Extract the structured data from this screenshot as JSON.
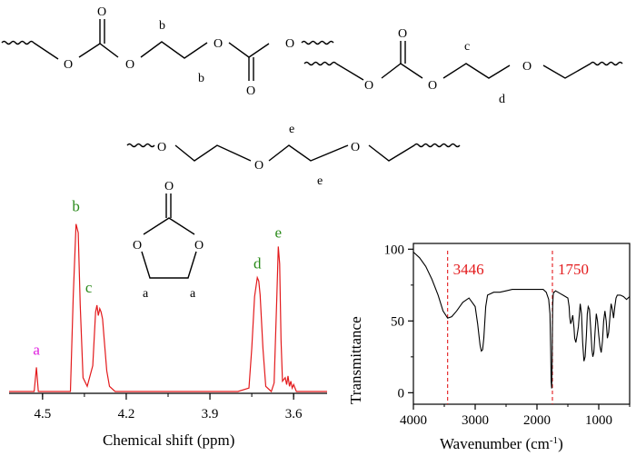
{
  "structures": {
    "o": "O",
    "label_a": "a",
    "label_b": "b",
    "label_c": "c",
    "label_d": "d",
    "label_e": "e"
  },
  "chart_data": [
    {
      "type": "line",
      "title": "",
      "xlabel": "Chemical shift (ppm)",
      "ylabel": "",
      "xlim": [
        4.62,
        3.48
      ],
      "x_reversed": true,
      "xticks": [
        "4.5",
        "4.2",
        "3.9",
        "3.6"
      ],
      "xtick_values": [
        4.5,
        4.2,
        3.9,
        3.6
      ],
      "series": [
        {
          "color": "#e31a1c",
          "x": [
            4.62,
            4.53,
            4.522,
            4.515,
            4.5,
            4.4,
            4.39,
            4.38,
            4.372,
            4.365,
            4.355,
            4.34,
            4.32,
            4.31,
            4.305,
            4.3,
            4.295,
            4.29,
            4.285,
            4.28,
            4.27,
            4.26,
            4.24,
            4.1,
            3.8,
            3.76,
            3.75,
            3.74,
            3.73,
            3.725,
            3.72,
            3.71,
            3.7,
            3.68,
            3.67,
            3.66,
            3.655,
            3.65,
            3.645,
            3.64,
            3.63,
            3.625,
            3.62,
            3.615,
            3.61,
            3.605,
            3.6,
            3.59,
            3.48
          ],
          "y": [
            0.0,
            0.0,
            0.14,
            0.0,
            0.0,
            0.0,
            0.55,
            0.97,
            0.92,
            0.5,
            0.08,
            0.03,
            0.15,
            0.46,
            0.5,
            0.44,
            0.48,
            0.46,
            0.42,
            0.32,
            0.12,
            0.03,
            0.0,
            0.0,
            0.0,
            0.02,
            0.25,
            0.55,
            0.66,
            0.64,
            0.56,
            0.25,
            0.03,
            0.0,
            0.05,
            0.55,
            0.84,
            0.74,
            0.3,
            0.06,
            0.08,
            0.04,
            0.09,
            0.03,
            0.06,
            0.02,
            0.04,
            0.0,
            0.0
          ]
        }
      ],
      "peak_labels": [
        {
          "text": "a",
          "x": 4.522,
          "color": "#e020e0"
        },
        {
          "text": "b",
          "x": 4.38,
          "color": "#2a8a1a"
        },
        {
          "text": "c",
          "x": 4.305,
          "color": "#2a8a1a"
        },
        {
          "text": "d",
          "x": 3.73,
          "color": "#2a8a1a"
        },
        {
          "text": "e",
          "x": 3.655,
          "color": "#2a8a1a"
        }
      ]
    },
    {
      "type": "line",
      "title": "",
      "xlabel": "Wavenumber (cm",
      "xlabel_sup": "-1",
      "xlabel_close": ")",
      "ylabel": "Transmittance",
      "xlim": [
        4000,
        500
      ],
      "x_reversed": true,
      "ylim": [
        -8,
        104
      ],
      "xticks": [
        "4000",
        "3000",
        "2000",
        "1000"
      ],
      "xtick_values": [
        4000,
        3000,
        2000,
        1000
      ],
      "yticks": [
        "0",
        "50",
        "100"
      ],
      "ytick_values": [
        0,
        50,
        100
      ],
      "series": [
        {
          "color": "#000000",
          "x": [
            4000,
            3900,
            3800,
            3700,
            3600,
            3520,
            3446,
            3380,
            3300,
            3200,
            3100,
            3000,
            2960,
            2920,
            2900,
            2880,
            2860,
            2830,
            2800,
            2700,
            2600,
            2500,
            2400,
            2300,
            2200,
            2100,
            2000,
            1900,
            1850,
            1810,
            1790,
            1778,
            1770,
            1762,
            1755,
            1750,
            1745,
            1738,
            1730,
            1720,
            1700,
            1660,
            1620,
            1580,
            1540,
            1500,
            1480,
            1470,
            1455,
            1440,
            1420,
            1400,
            1390,
            1370,
            1350,
            1330,
            1300,
            1280,
            1260,
            1240,
            1220,
            1200,
            1185,
            1170,
            1150,
            1130,
            1110,
            1095,
            1080,
            1060,
            1040,
            1020,
            1000,
            980,
            960,
            940,
            920,
            900,
            880,
            860,
            840,
            820,
            800,
            780,
            760,
            740,
            720,
            700,
            650,
            600,
            550,
            500
          ],
          "y": [
            98,
            94,
            88,
            79,
            68,
            57,
            52,
            53,
            57,
            63,
            66,
            60,
            48,
            33,
            29,
            30,
            38,
            60,
            68,
            70,
            70,
            71,
            72,
            72,
            72,
            72,
            72,
            72,
            70,
            65,
            55,
            30,
            8,
            3,
            20,
            45,
            60,
            68,
            70,
            70,
            71,
            70,
            69,
            68,
            67,
            66,
            60,
            53,
            48,
            50,
            54,
            45,
            38,
            35,
            40,
            46,
            62,
            55,
            35,
            22,
            25,
            40,
            55,
            60,
            58,
            44,
            30,
            25,
            28,
            42,
            55,
            50,
            40,
            32,
            28,
            36,
            50,
            57,
            50,
            38,
            42,
            52,
            62,
            58,
            52,
            60,
            66,
            68,
            68,
            67,
            65,
            67
          ]
        }
      ],
      "markers": [
        {
          "text": "3446",
          "x": 3446,
          "color": "#e31a1c"
        },
        {
          "text": "1750",
          "x": 1750,
          "color": "#e31a1c"
        }
      ]
    }
  ]
}
